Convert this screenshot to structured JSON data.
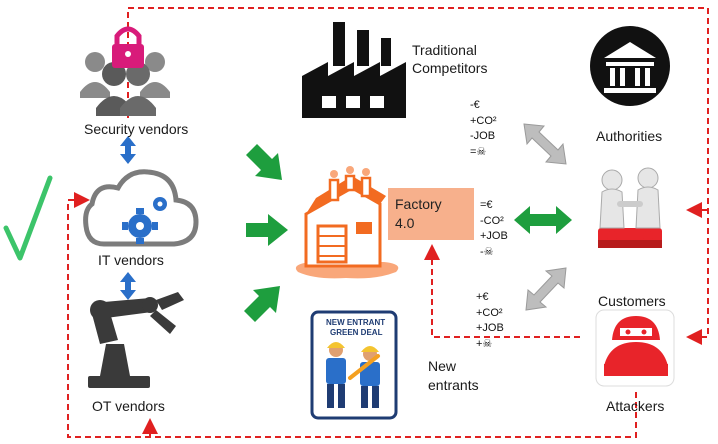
{
  "actors": {
    "security_vendors": "Security vendors",
    "it_vendors": "IT vendors",
    "ot_vendors": "OT vendors",
    "traditional_competitors_l1": "Traditional",
    "traditional_competitors_l2": "Competitors",
    "factory_l1": "Factory",
    "factory_l2": "4.0",
    "new_entrants_l1": "New",
    "new_entrants_l2": "entrants",
    "new_entrant_sign_l1": "NEW ENTRANT",
    "new_entrant_sign_l2": "GREEN DEAL",
    "authorities": "Authorities",
    "customers": "Customers",
    "attackers": "Attackers"
  },
  "stats": {
    "authorities": [
      "-€",
      "+CO²",
      "-JOB",
      "=☠"
    ],
    "customers": [
      "=€",
      "-CO²",
      "+JOB",
      "-☠"
    ],
    "attackers": [
      "+€",
      "+CO²",
      "+JOB",
      "+☠"
    ]
  },
  "colors": {
    "green_arrow": "#1e9e3e",
    "blue_arrow": "#2a6fc9",
    "red_dashed": "#e02020",
    "factory_orange": "#f26b21",
    "factory_box": "#f7b08c",
    "checkmark": "#3cc46a",
    "gray_arrow": "#bdbdbd",
    "attacker_red": "#e8242a",
    "padlock_pink": "#d81b7a"
  },
  "icons": [
    "padlock-people-icon",
    "cloud-gears-icon",
    "robot-arm-icon",
    "factory-silhouette-icon",
    "factory-orange-icon",
    "bank-icon",
    "handshake-icon",
    "hacker-icon",
    "workers-icon",
    "checkmark-icon"
  ]
}
